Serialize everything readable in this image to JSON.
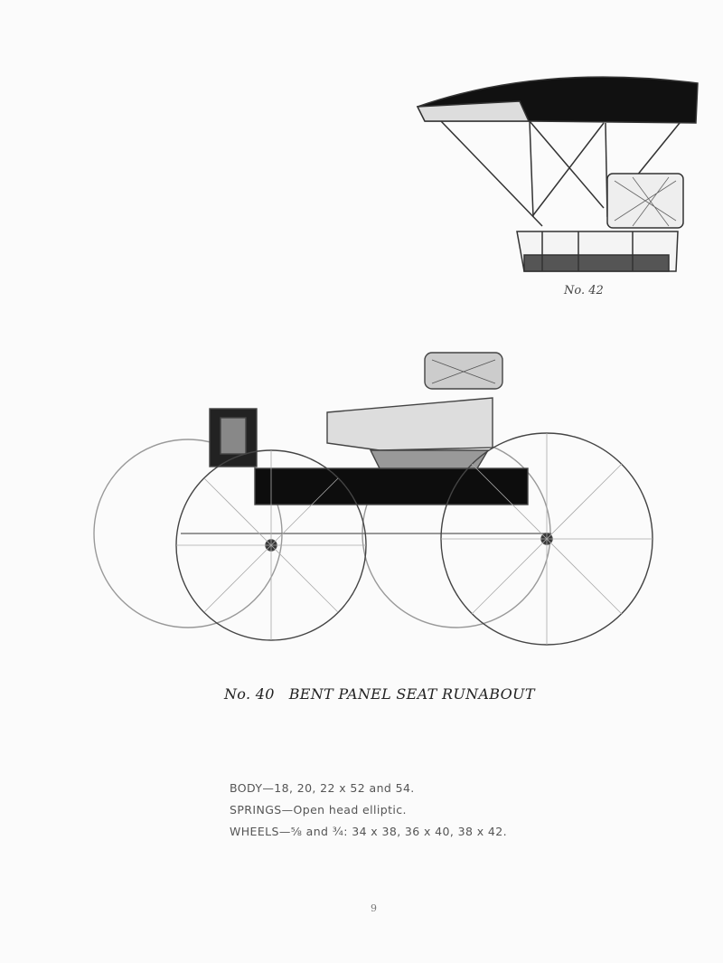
{
  "illustrations": {
    "top": {
      "caption": "No. 42"
    },
    "main": {
      "number": "No. 40",
      "title": "BENT PANEL SEAT RUNABOUT"
    }
  },
  "specs": [
    "BODY—18, 20, 22 x 52 and 54.",
    "SPRINGS—Open head elliptic.",
    "WHEELS—⅝ and ¾: 34 x 38, 36 x 40, 38 x 42."
  ],
  "page_number": "9"
}
